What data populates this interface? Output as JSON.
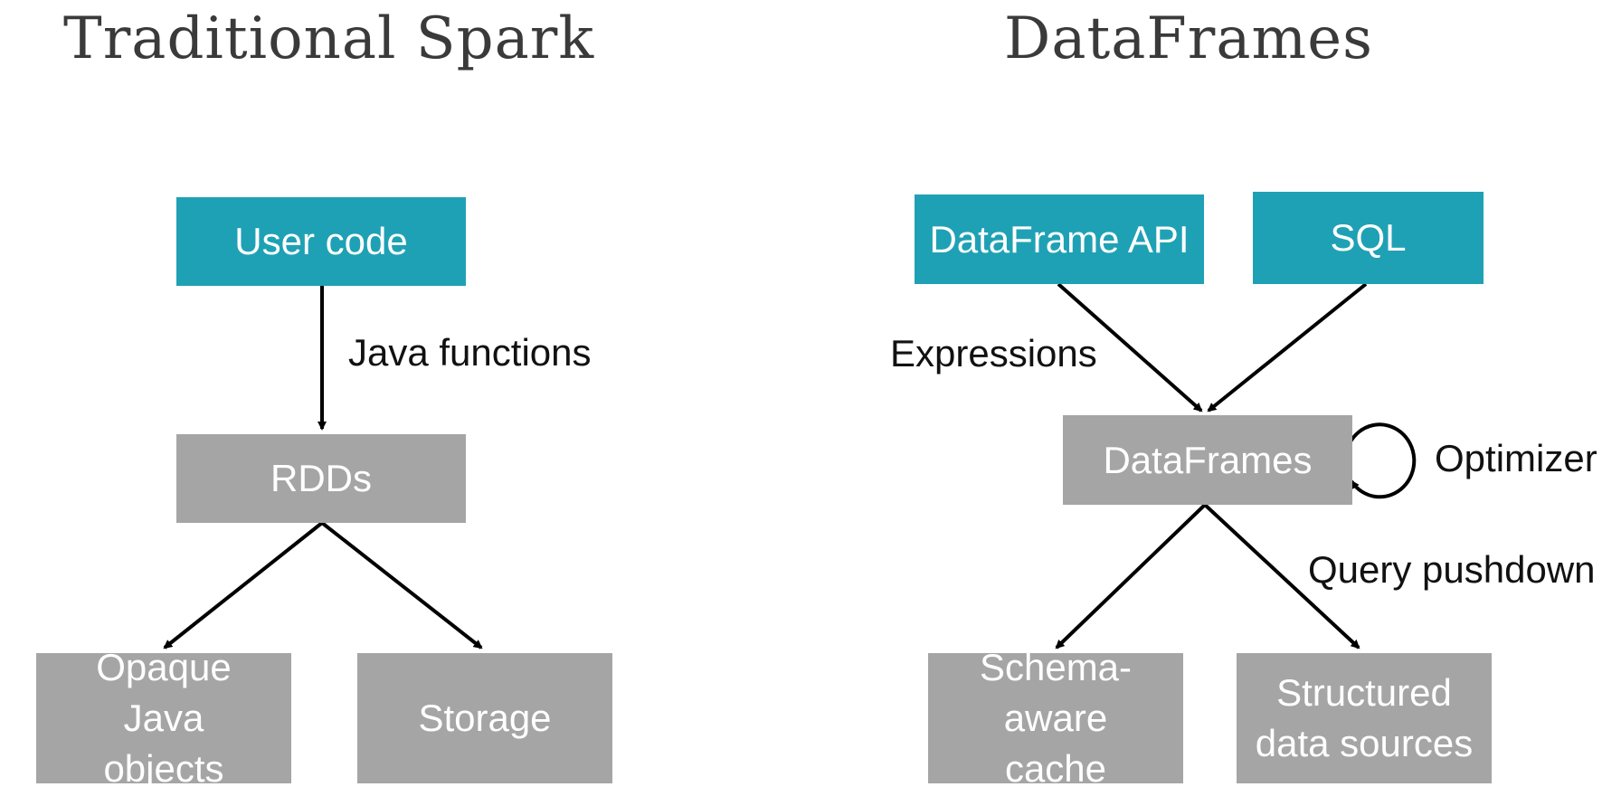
{
  "left": {
    "title": "Traditional Spark",
    "user_code": "User code",
    "edge_label": "Java functions",
    "rdds": "RDDs",
    "opaque": "Opaque\nJava\nobjects",
    "storage": "Storage"
  },
  "right": {
    "title": "DataFrames",
    "dataframe_api": "DataFrame API",
    "sql": "SQL",
    "expressions": "Expressions",
    "dataframes": "DataFrames",
    "optimizer": "Optimizer",
    "query_pushdown": "Query pushdown",
    "schema_cache": "Schema-\naware\ncache",
    "structured_sources": "Structured\ndata sources"
  },
  "colors": {
    "teal": "#1fa1b5",
    "grey": "#a5a5a5"
  }
}
